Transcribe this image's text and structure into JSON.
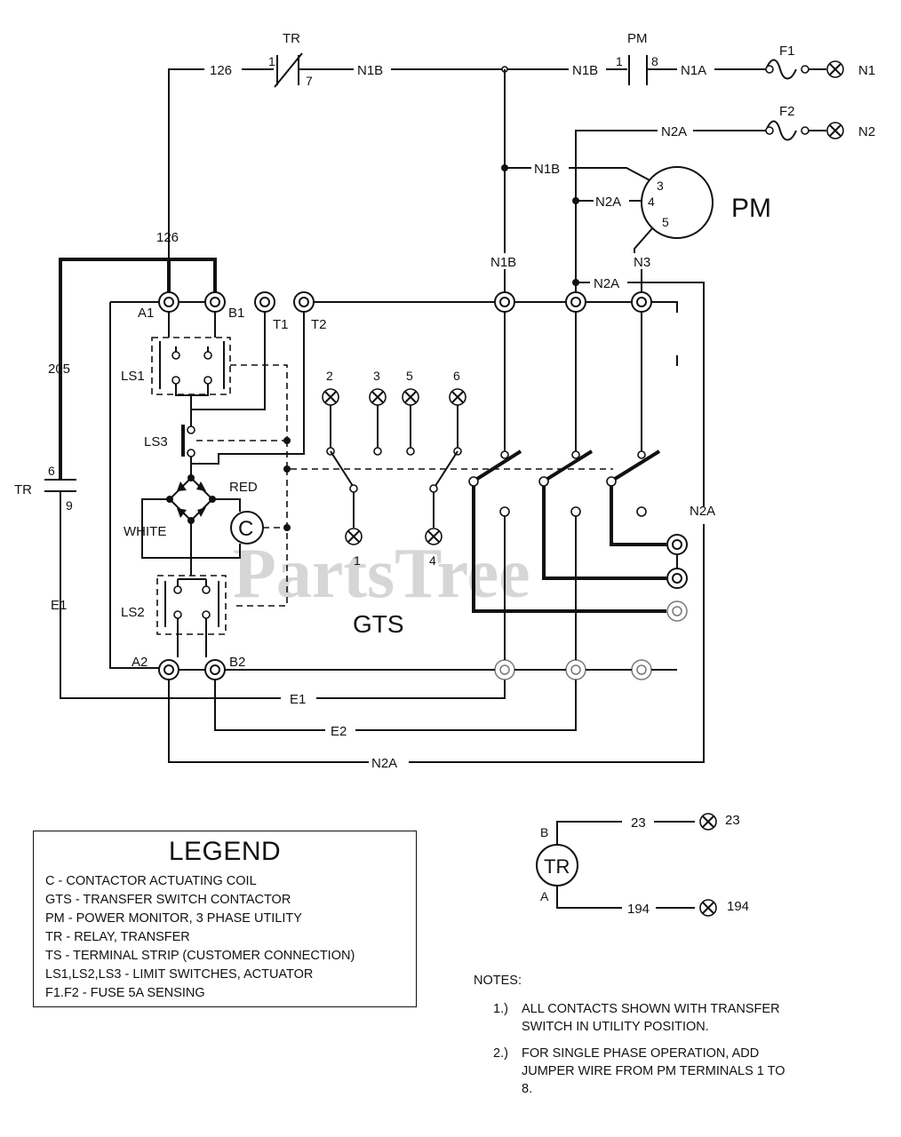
{
  "diagram": {
    "watermark": "PartsTree",
    "labels": {
      "tr_top": "TR",
      "tr_top_1": "1",
      "tr_top_7": "7",
      "pm_top": "PM",
      "pm_top_1": "1",
      "pm_top_8": "8",
      "w126_top": "126",
      "w126_side": "126",
      "n1b_a": "N1B",
      "n1b_b": "N1B",
      "n1a": "N1A",
      "n1b_pm": "N1B",
      "n1b_v": "N1B",
      "f1": "F1",
      "f2": "F2",
      "n1": "N1",
      "n2": "N2",
      "n2a_top": "N2A",
      "pm3": "3",
      "pm4": "4",
      "pm5": "5",
      "n2a_pm": "N2A",
      "pm_big": "PM",
      "n3": "N3",
      "n2a_mid": "N2A",
      "a1": "A1",
      "b1": "B1",
      "t1": "T1",
      "t2": "T2",
      "w205": "205",
      "ls1": "LS1",
      "ls3": "LS3",
      "ls2": "LS2",
      "tr_side": "TR",
      "tr_side_6": "6",
      "tr_side_9": "9",
      "red": "RED",
      "white": "WHITE",
      "coil_c": "C",
      "lamp2": "2",
      "lamp3": "3",
      "lamp5": "5",
      "lamp6": "6",
      "lamp1": "1",
      "lamp4": "4",
      "gts": "GTS",
      "e1_side": "E1",
      "n2a_side": "N2A",
      "a2": "A2",
      "b2": "B2",
      "e1_bot": "E1",
      "e2_bot": "E2",
      "n2a_bot": "N2A",
      "trb": "B",
      "tra": "A",
      "tr_coil": "TR",
      "w23": "23",
      "t23": "23",
      "w194": "194",
      "t194": "194"
    }
  },
  "legend": {
    "title": "LEGEND",
    "items": [
      "C   - CONTACTOR ACTUATING COIL",
      "GTS - TRANSFER SWITCH CONTACTOR",
      "PM  - POWER MONITOR, 3 PHASE UTILITY",
      "TR  - RELAY, TRANSFER",
      "TS  - TERMINAL STRIP (CUSTOMER CONNECTION)",
      "LS1,LS2,LS3 - LIMIT SWITCHES, ACTUATOR",
      "F1.F2 - FUSE 5A SENSING"
    ]
  },
  "notes": {
    "title": "NOTES:",
    "items": [
      {
        "num": "1.)",
        "text": "ALL CONTACTS SHOWN WITH TRANSFER SWITCH IN UTILITY POSITION."
      },
      {
        "num": "2.)",
        "text": "FOR SINGLE PHASE OPERATION, ADD JUMPER WIRE FROM PM TERMINALS 1 TO 8."
      }
    ]
  }
}
